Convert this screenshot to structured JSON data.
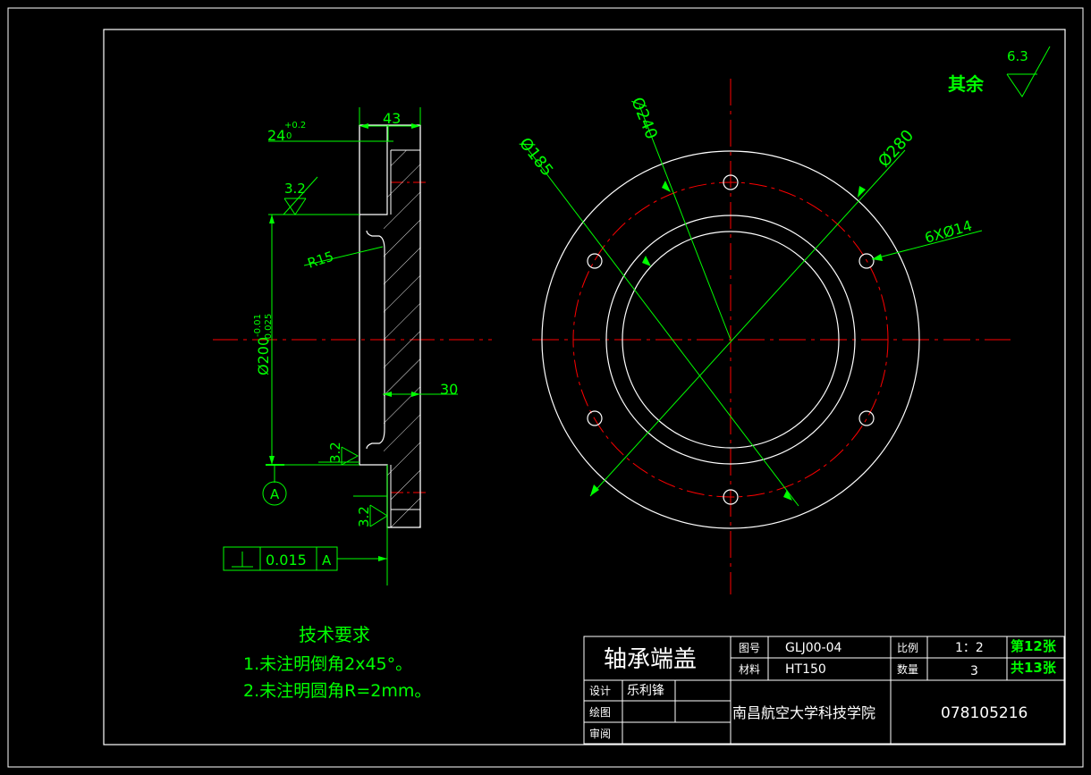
{
  "colors": {
    "background": "#000000",
    "outline": "#ffffff",
    "dimension": "#00ff00",
    "centerline": "#ff0000"
  },
  "side_view": {
    "dim_width": "43",
    "dim_depth": "24",
    "dim_depth_tol_upper": "+0.2",
    "dim_depth_tol_lower": "0",
    "roughness_top": "3.2",
    "radius": "R15",
    "dia_main": "Ø200",
    "dia_main_tol_upper": "-0.01",
    "dia_main_tol_lower": "-0.025",
    "dim_thickness": "30",
    "roughness_mid": "3.2",
    "roughness_bottom": "3.2",
    "datum": "A",
    "tolerance_value": "0.015",
    "tolerance_datum": "A"
  },
  "front_view": {
    "dia_185": "Ø185",
    "dia_240": "Ø240",
    "dia_280": "Ø280",
    "holes": "6XØ14"
  },
  "roughness_general": {
    "label": "其余",
    "value": "6.3"
  },
  "tech_requirements": {
    "title": "技术要求",
    "item1": "1.未注明倒角2x45°。",
    "item2": "2.未注明圆角R=2mm。"
  },
  "title_block": {
    "part_name": "轴承端盖",
    "drawing_no_label": "图号",
    "drawing_no": "GLJ00-04",
    "scale_label": "比例",
    "scale": "1：2",
    "sheet": "第12张",
    "material_label": "材料",
    "material": "HT150",
    "qty_label": "数量",
    "qty": "3",
    "total_sheets": "共13张",
    "design_label": "设计",
    "designer": "乐利锋",
    "drawn_label": "绘图",
    "check_label": "审阅",
    "school": "南昌航空大学科技学院",
    "student_id": "078105216"
  }
}
